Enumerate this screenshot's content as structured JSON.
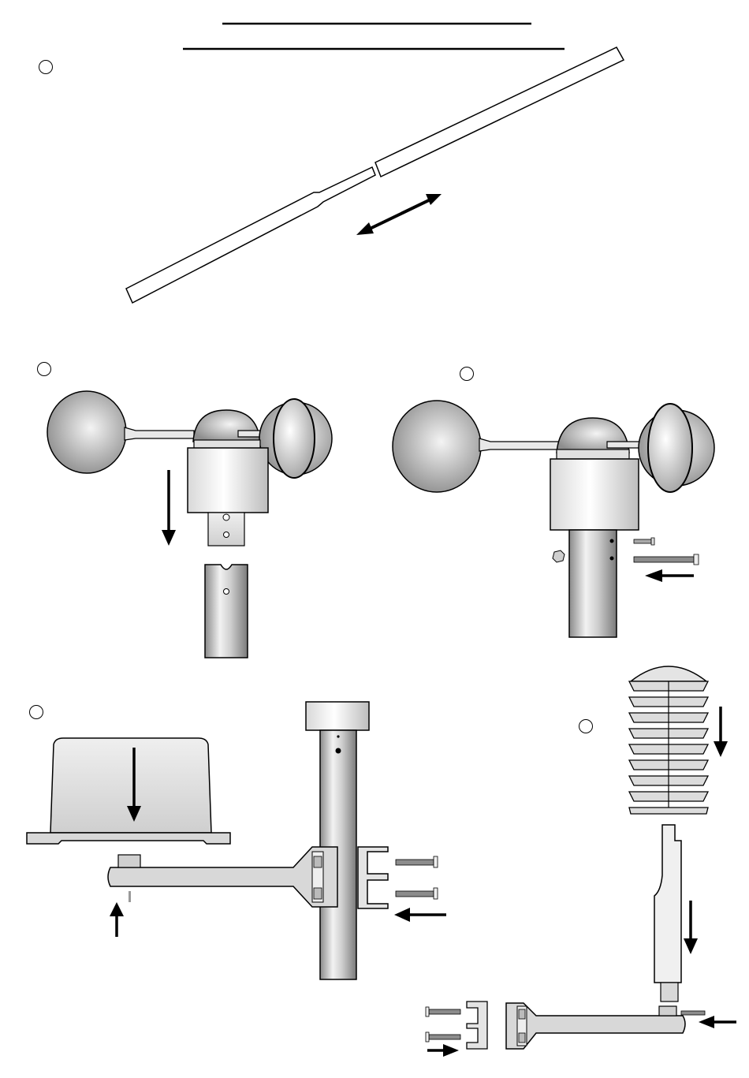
{
  "steps": [
    {
      "id": "1",
      "label": ""
    },
    {
      "id": "2",
      "label": ""
    },
    {
      "id": "3",
      "label": ""
    },
    {
      "id": "4",
      "label": ""
    },
    {
      "id": "5",
      "label": ""
    }
  ],
  "colors": {
    "line": "#000000",
    "part_fill": "#e6e6e6",
    "metal_light": "#f4f4f4",
    "metal_dark": "#9a9a9a",
    "cup_light": "#eeeeee",
    "cup_dark": "#8e8e8e"
  },
  "icons": [
    "double-arrow-icon",
    "down-arrow-icon",
    "left-arrow-icon",
    "up-arrow-icon",
    "right-arrow-icon"
  ]
}
